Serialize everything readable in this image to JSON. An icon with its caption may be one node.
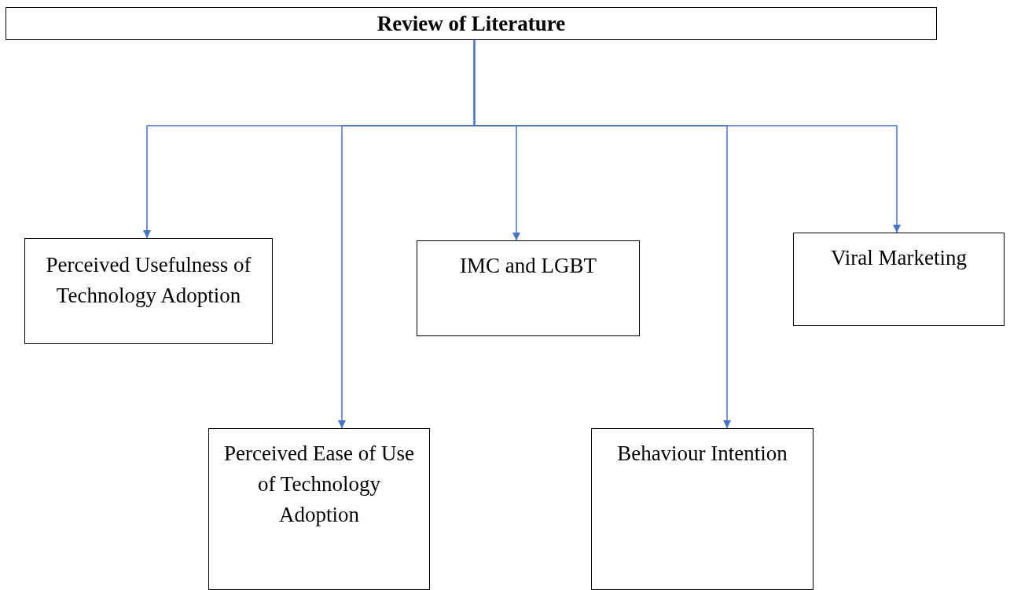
{
  "diagram": {
    "nodes": [
      {
        "text": [
          "Review of Literature"
        ]
      },
      {
        "text": [
          "Perceived Usefulness of Technology Adoption"
        ]
      },
      {
        "text": [
          "IMC and LGBT"
        ]
      },
      {
        "text": [
          "Viral Marketing"
        ]
      },
      {
        "text": [
          "Perceived Ease of Use of Technology Adoption"
        ]
      },
      {
        "text": [
          "Behaviour Intention"
        ]
      }
    ],
    "edges": [
      {
        "from": 0,
        "to": 1,
        "arrow": "to"
      },
      {
        "from": 0,
        "to": 4,
        "arrow": "to"
      },
      {
        "from": 0,
        "to": 2,
        "arrow": "to"
      },
      {
        "from": 0,
        "to": 5,
        "arrow": "to"
      },
      {
        "from": 0,
        "to": 3,
        "arrow": "to"
      }
    ]
  }
}
